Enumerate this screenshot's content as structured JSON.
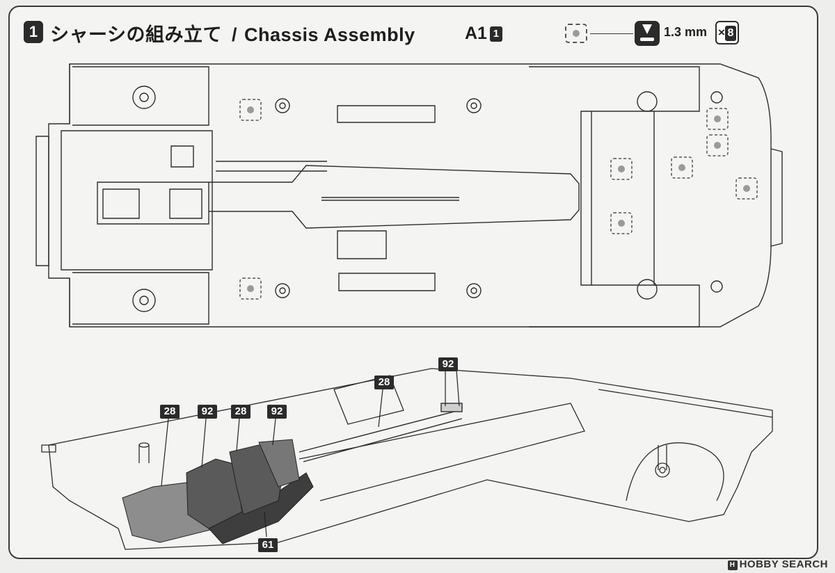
{
  "step": {
    "number": "1",
    "title_jp": "シャーシの組み立て",
    "separator": "/",
    "title_en": "Chassis Assembly"
  },
  "reference": {
    "label": "A1",
    "badge": "1"
  },
  "screw_spec": {
    "drill_size": "1.3 mm",
    "times": "×",
    "quantity": "8"
  },
  "part_labels": {
    "upper_92": "92",
    "upper_28": "28",
    "left_28": "28",
    "mid_92": "92",
    "mid_28": "28",
    "right_92": "92",
    "bottom_61": "61"
  },
  "watermark": {
    "logo": "H",
    "text": "HOBBY SEARCH"
  },
  "colors": {
    "ink": "#1e1e1e",
    "badge": "#2b2b2b",
    "paper": "#f4f4f2",
    "part_fill": "#5a5a5a"
  }
}
